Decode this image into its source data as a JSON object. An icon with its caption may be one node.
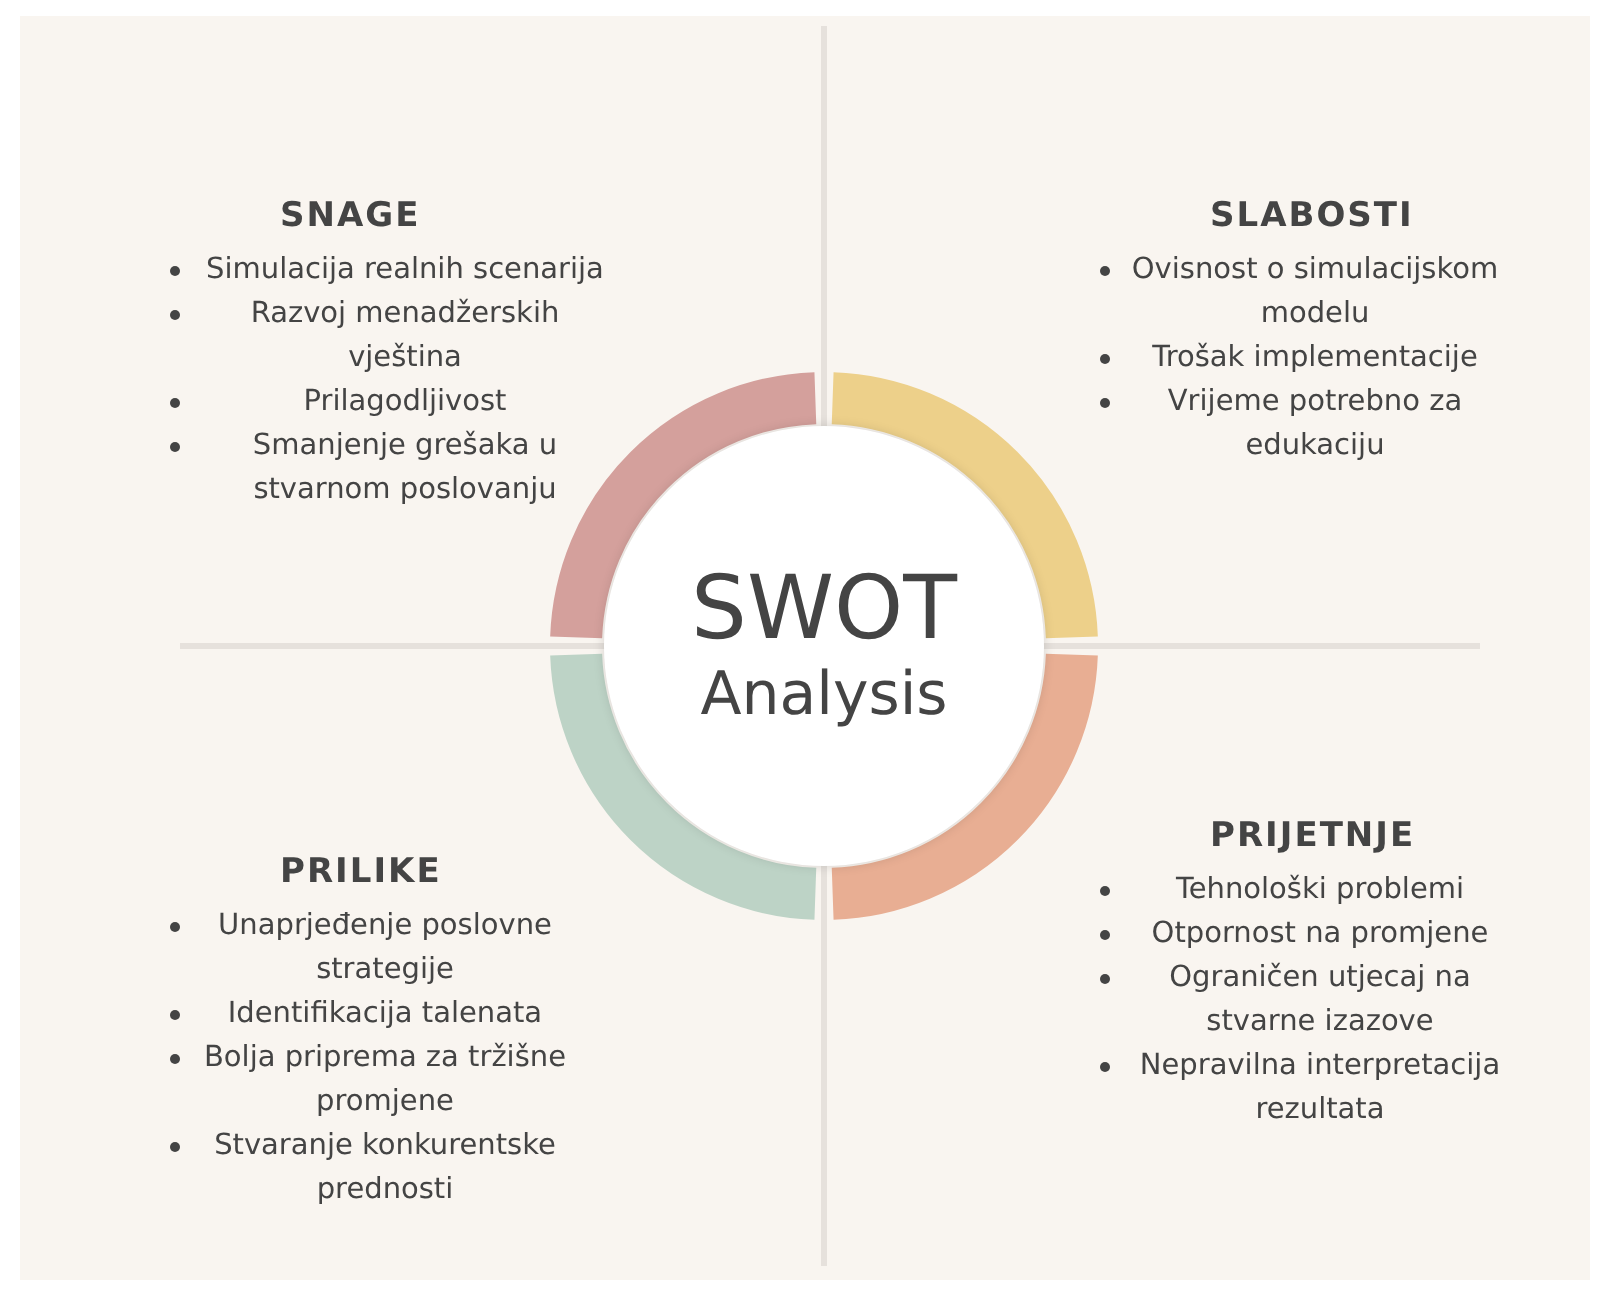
{
  "diagram": {
    "nodes": [
      {
        "text": [
          "SNAGE",
          "Simulacija realnih scenarija",
          "Razvoj menadžerskih vještina",
          "Prilagodljivost",
          "Smanjenje grešaka u stvarnom poslovanju"
        ]
      },
      {
        "text": [
          "SLABOSTI",
          "Ovisnost o simulacijskom modelu",
          "Trošak implementacije",
          "Vrijeme potrebno za edukaciju"
        ]
      },
      {
        "text": [
          "SWOT",
          "Analysis"
        ]
      },
      {
        "text": [
          "PRILIKE",
          "Unaprjeđenje poslovne strategije",
          "Identifikacija talenata",
          "Bolja priprema za tržišne promjene",
          "Stvaranje konkurentske prednosti"
        ]
      },
      {
        "text": [
          "PRIJETNJE",
          "Tehnološki problemi",
          "Otpornost na promjene",
          "Ograničen utjecaj na stvarne izazove",
          "Nepravilna interpretacija rezultata"
        ]
      }
    ],
    "edges": []
  }
}
